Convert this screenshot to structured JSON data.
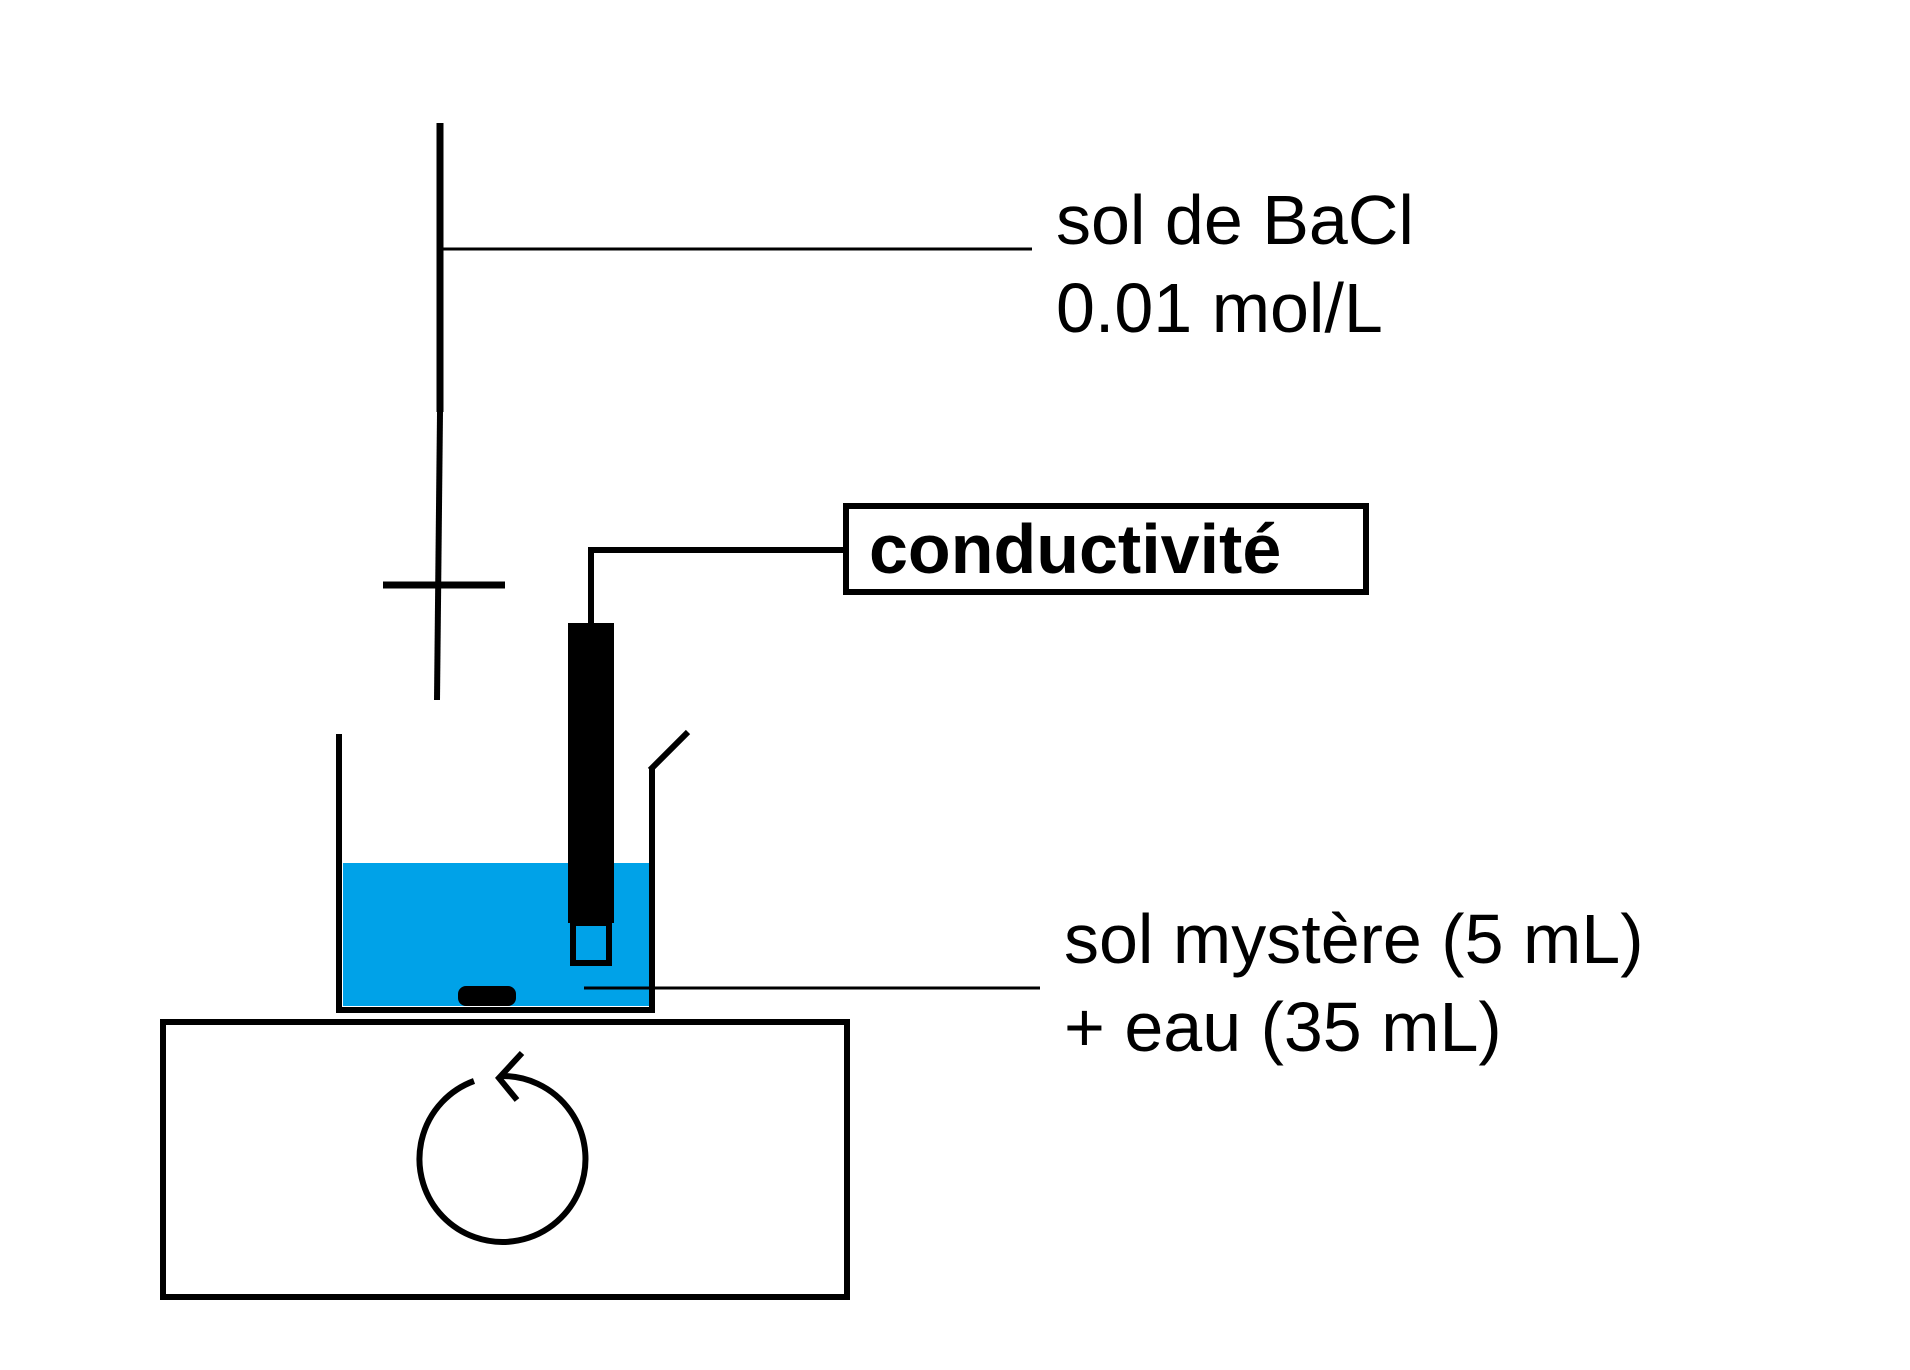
{
  "labels": {
    "titrant_line1": "sol de BaCl",
    "titrant_line2": "0.01 mol/L",
    "sensor": "conductivité",
    "sample_line1": "sol mystère (5 mL)",
    "sample_line2": "+ eau (35 mL)"
  },
  "colors": {
    "solution": "#00a2e8",
    "ink": "#000000",
    "background": "#ffffff"
  },
  "icons": {
    "stirrer_rotation": "circular-arrow-icon"
  }
}
